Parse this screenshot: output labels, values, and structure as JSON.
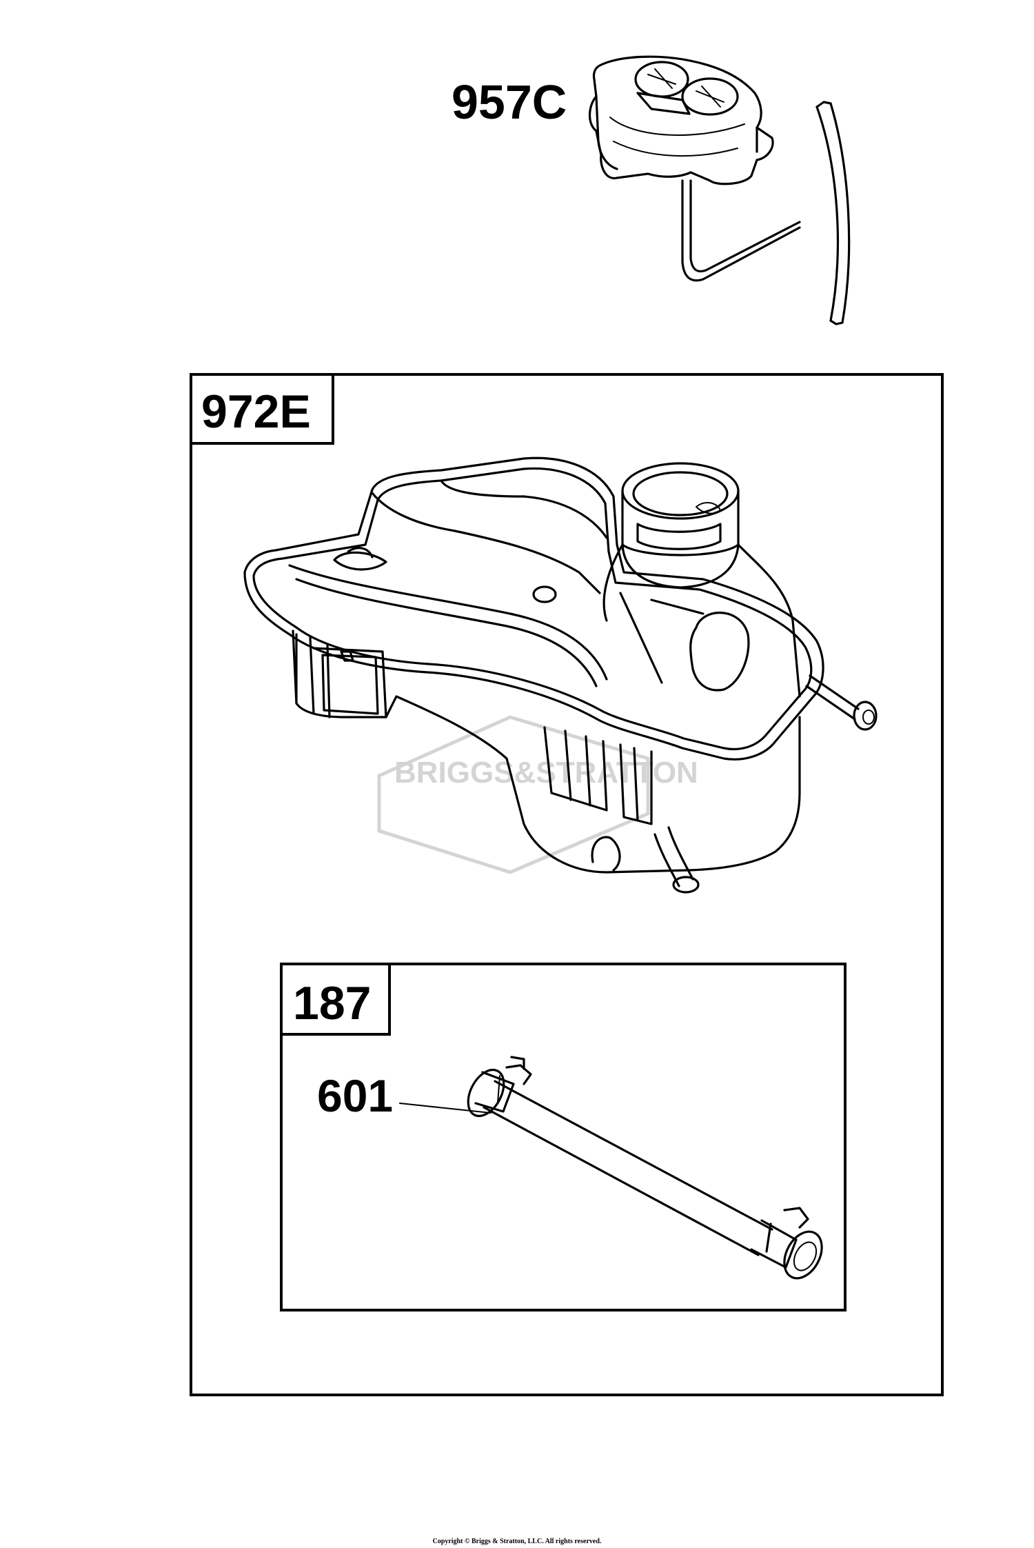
{
  "parts": {
    "cap_label": "957C",
    "tank_assembly_label": "972E",
    "hose_kit_label": "187",
    "hose_label": "601"
  },
  "watermark": "BRIGGS&STRATTON",
  "copyright": "Copyright © Briggs & Stratton, LLC. All rights reserved."
}
